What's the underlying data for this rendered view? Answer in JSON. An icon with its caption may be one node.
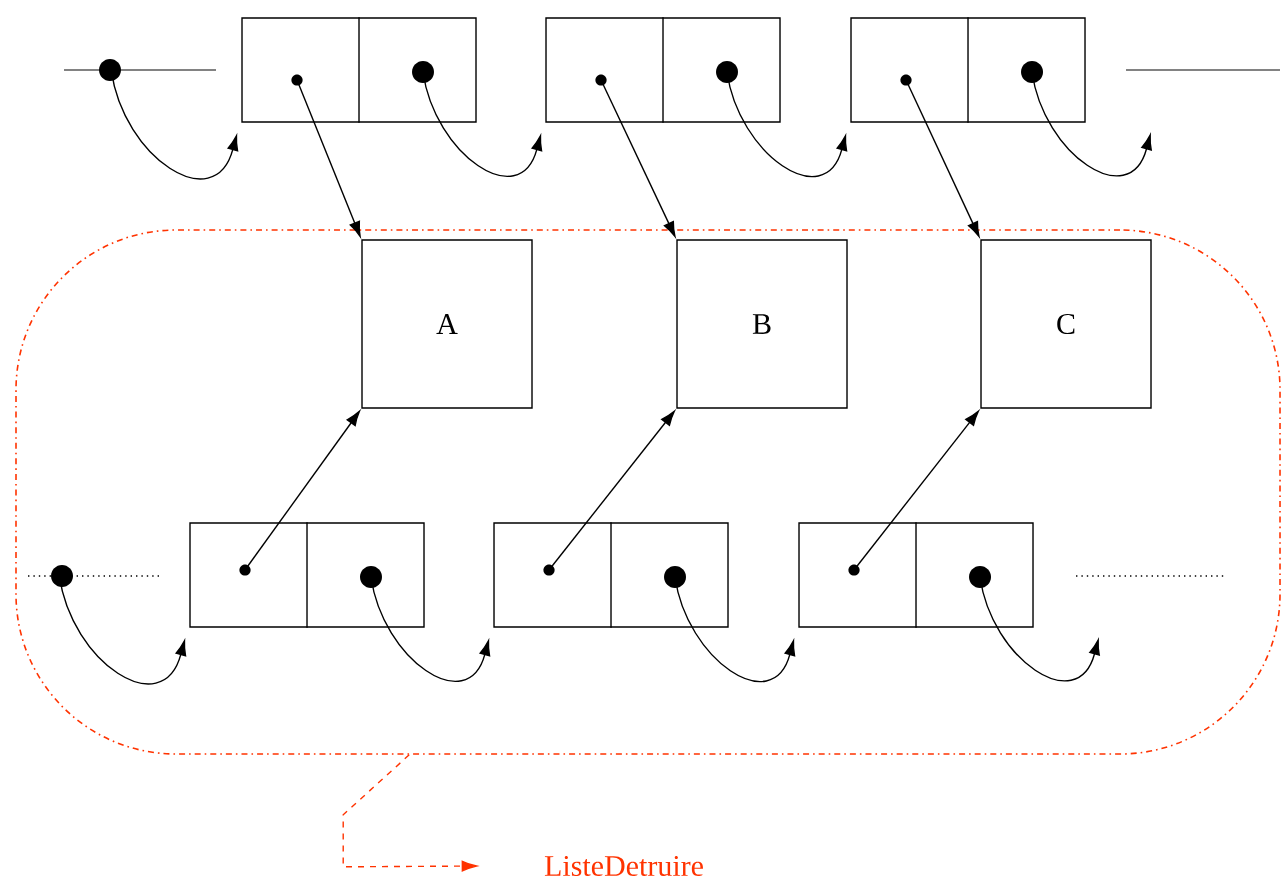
{
  "diagram": {
    "nodes": [
      {
        "text": [],
        "shape": "box"
      },
      {
        "text": [],
        "shape": "box"
      },
      {
        "text": [],
        "shape": "box"
      },
      {
        "text": [],
        "shape": "box"
      },
      {
        "text": [
          "A"
        ],
        "in": 3
      },
      {
        "text": [
          "B"
        ],
        "in": 3
      },
      {
        "text": [
          "C"
        ],
        "in": 3
      },
      {
        "text": [],
        "shape": "box",
        "in": 3
      },
      {
        "text": [],
        "shape": "box",
        "in": 3
      },
      {
        "text": [],
        "shape": "box",
        "in": 3
      },
      {
        "text": [
          "ListeDetruire"
        ]
      }
    ],
    "edges": [
      {
        "from": null,
        "to": 0,
        "arrow": "to"
      },
      {
        "from": 0,
        "to": 1,
        "arrow": "to"
      },
      {
        "from": 1,
        "to": 2,
        "arrow": "to"
      },
      {
        "from": 2,
        "to": null,
        "arrow": "to"
      },
      {
        "from": 0,
        "to": 4,
        "arrow": "to"
      },
      {
        "from": 1,
        "to": 5,
        "arrow": "to"
      },
      {
        "from": 2,
        "to": 6,
        "arrow": "to"
      },
      {
        "from": null,
        "to": 7,
        "arrow": "to"
      },
      {
        "from": 7,
        "to": 8,
        "arrow": "to"
      },
      {
        "from": 8,
        "to": 9,
        "arrow": "to"
      },
      {
        "from": 9,
        "to": null,
        "arrow": "to"
      },
      {
        "from": 7,
        "to": 4,
        "arrow": "to"
      },
      {
        "from": 8,
        "to": 5,
        "arrow": "to"
      },
      {
        "from": 9,
        "to": 6,
        "arrow": "to"
      },
      {
        "from": 3,
        "to": 10,
        "arrow": "to",
        "style": "dashed",
        "color": "#ff3300"
      }
    ]
  }
}
